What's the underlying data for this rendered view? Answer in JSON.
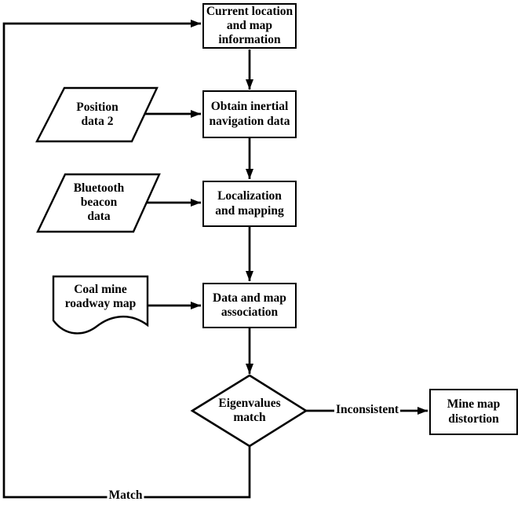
{
  "page": {
    "background_color": "#ffffff",
    "line_color": "#000000",
    "shape_fill_color": "#ffffff"
  },
  "diagram": {
    "nodes": {
      "current_location": {
        "shape": "rectangle",
        "label": "Current location\nand map\ninformation"
      },
      "inertial": {
        "shape": "rectangle",
        "label": "Obtain inertial\nnavigation data"
      },
      "localization": {
        "shape": "rectangle",
        "label": "Localization\nand mapping"
      },
      "association": {
        "shape": "rectangle",
        "label": "Data and map\nassociation"
      },
      "eigenvalues": {
        "shape": "diamond",
        "label": "Eigenvalues\nmatch"
      },
      "distortion": {
        "shape": "rectangle",
        "label": "Mine map\ndistortion"
      },
      "position_data": {
        "shape": "parallelogram",
        "label": "Position\ndata 2"
      },
      "bluetooth": {
        "shape": "parallelogram",
        "label": "Bluetooth\nbeacon\ndata"
      },
      "coal_map": {
        "shape": "document",
        "label": "Coal mine\nroadway map"
      }
    },
    "edge_labels": {
      "inconsistent": "Inconsistent",
      "match": "Match"
    }
  }
}
